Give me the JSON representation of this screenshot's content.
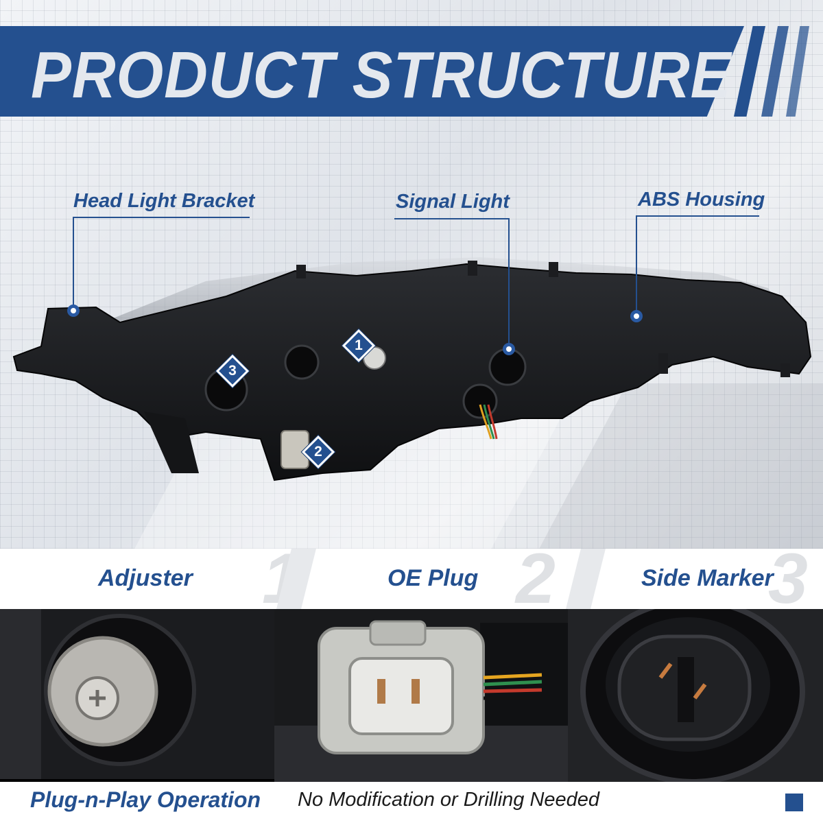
{
  "banner": {
    "title": "PRODUCT STRUCTURE"
  },
  "callouts": {
    "bracket": "Head Light Bracket",
    "signal": "Signal Light",
    "housing": "ABS Housing"
  },
  "badges": [
    "1",
    "2",
    "3"
  ],
  "features": [
    {
      "label": "Adjuster",
      "number": "1"
    },
    {
      "label": "OE Plug",
      "number": "2"
    },
    {
      "label": "Side Marker",
      "number": "3"
    }
  ],
  "footer": {
    "title": "Plug-n-Play Operation",
    "subtitle": "No Modification or Drilling Needed"
  },
  "colors": {
    "accent": "#24508f",
    "banner_text": "#e4e8ee",
    "housing": "#17181b"
  }
}
